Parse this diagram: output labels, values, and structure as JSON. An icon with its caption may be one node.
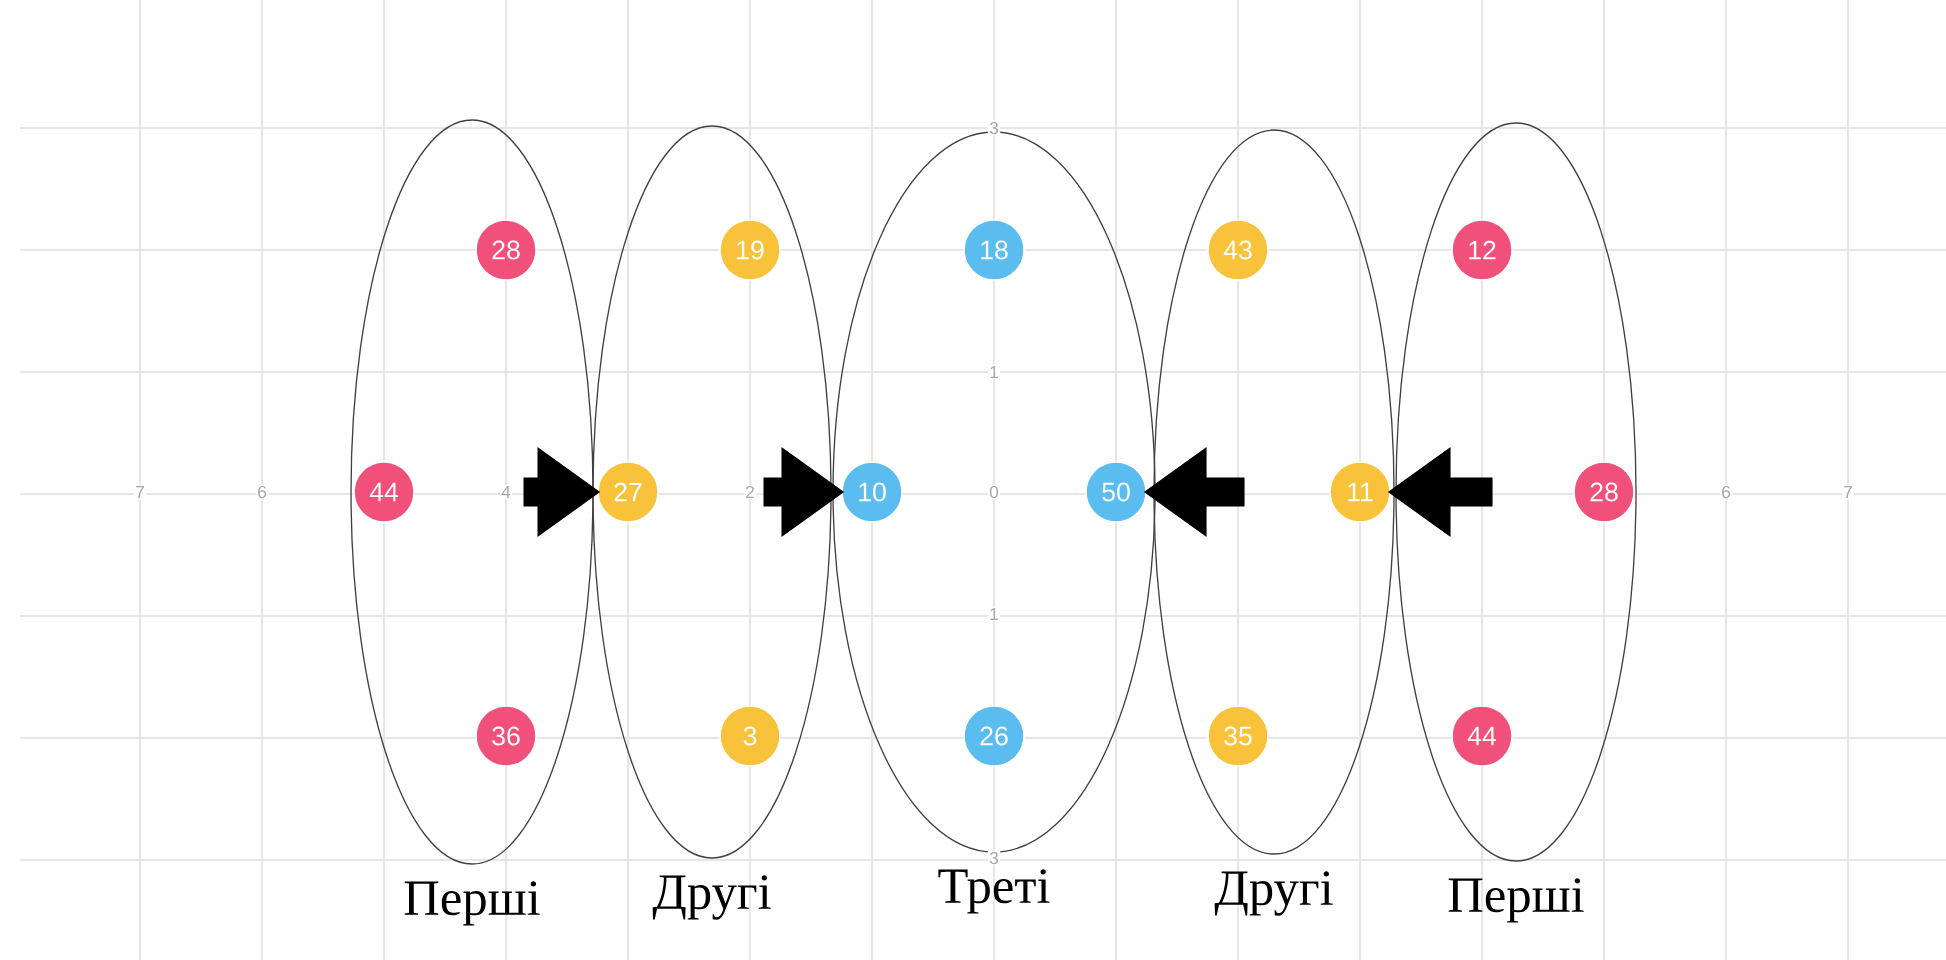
{
  "diagram": {
    "nodes": [
      {
        "text": [
          "Перші"
        ]
      },
      {
        "text": [
          "28"
        ],
        "in": 0
      },
      {
        "text": [
          "44"
        ],
        "in": 0
      },
      {
        "text": [
          "36"
        ],
        "in": 0
      },
      {
        "text": [
          "Другі"
        ]
      },
      {
        "text": [
          "19"
        ],
        "in": 4
      },
      {
        "text": [
          "27"
        ],
        "in": 4
      },
      {
        "text": [
          "3"
        ],
        "in": 4
      },
      {
        "text": [
          "Треті"
        ]
      },
      {
        "text": [
          "18"
        ],
        "in": 8
      },
      {
        "text": [
          "10"
        ],
        "in": 8
      },
      {
        "text": [
          "50"
        ],
        "in": 8
      },
      {
        "text": [
          "26"
        ],
        "in": 8
      },
      {
        "text": [
          "Другі"
        ]
      },
      {
        "text": [
          "43"
        ],
        "in": 13
      },
      {
        "text": [
          "11"
        ],
        "in": 13
      },
      {
        "text": [
          "35"
        ],
        "in": 13
      },
      {
        "text": [
          "Перші"
        ]
      },
      {
        "text": [
          "12"
        ],
        "in": 17
      },
      {
        "text": [
          "28"
        ],
        "in": 17
      },
      {
        "text": [
          "44"
        ],
        "in": 17
      }
    ],
    "edges": [
      {
        "from": 0,
        "to": 6,
        "arrow": "to"
      },
      {
        "from": 4,
        "to": 10,
        "arrow": "to"
      },
      {
        "from": 13,
        "to": 11,
        "arrow": "to"
      },
      {
        "from": 17,
        "to": 15,
        "arrow": "to"
      }
    ],
    "labels": [
      "3",
      "1",
      "7",
      "6",
      "4",
      "2",
      "0",
      "6",
      "7",
      "1",
      "3"
    ]
  }
}
